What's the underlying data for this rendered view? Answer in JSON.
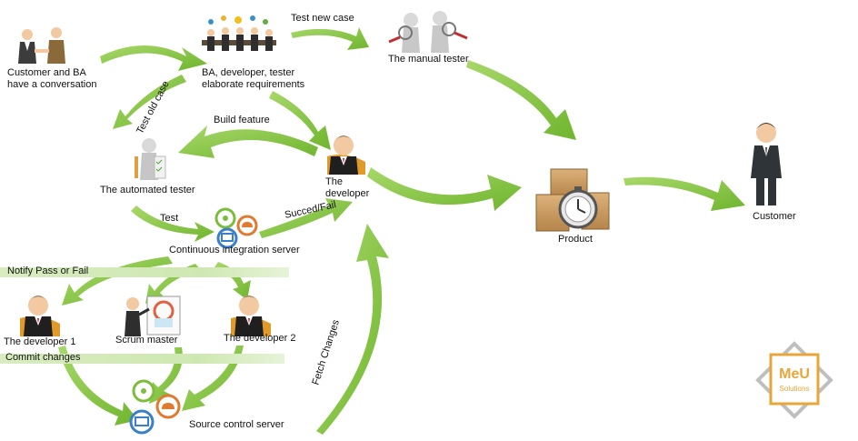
{
  "nodes": {
    "customer_ba": {
      "line1": "Customer and BA",
      "line2": "have a conversation"
    },
    "team": {
      "line1": "BA, developer, tester",
      "line2": "elaborate requirements"
    },
    "manual_tester": {
      "label": "The manual tester"
    },
    "automated_tester": {
      "label": "The automated tester"
    },
    "developer": {
      "line1": "The",
      "line2": "developer"
    },
    "ci_server": {
      "label": "Continuous integration server"
    },
    "product": {
      "label": "Product"
    },
    "customer": {
      "label": "Customer"
    },
    "developer1": {
      "label": "The developer 1"
    },
    "scrum_master": {
      "label": "Scrum master"
    },
    "developer2": {
      "label": "The developer 2"
    },
    "source_control": {
      "label": "Source control server"
    }
  },
  "edges": {
    "test_new_case": "Test new case",
    "test_old_case": "Test old case",
    "build_feature": "Build feature",
    "test": "Test",
    "succeed_fail": "Succed/Fail",
    "fetch_changes": "Fetch Changes"
  },
  "bands": {
    "notify": "Notify Pass or  Fail",
    "commit": "Commit changes"
  },
  "logo": {
    "line1": "MeU",
    "line2": "Solutions"
  },
  "colors": {
    "arrow": "#82c341",
    "suit": "#2b2b2b",
    "skin": "#f2c9a0",
    "box": "#c8995a",
    "logo": "#e8a53a"
  }
}
